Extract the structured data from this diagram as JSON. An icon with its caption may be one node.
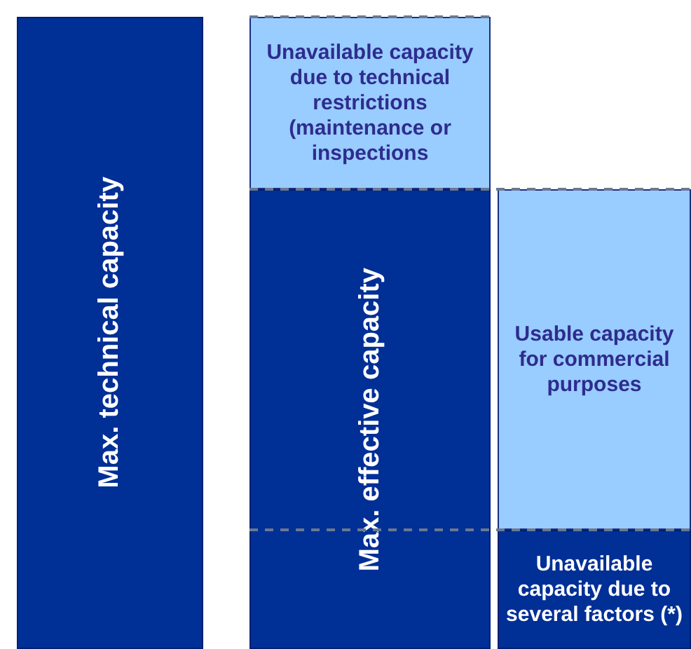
{
  "diagram": {
    "nodes": [
      {
        "text": [
          "Max. technical capacity"
        ]
      },
      {
        "text": [
          "Unavailable capacity due to technical restrictions (maintenance or inspections"
        ]
      },
      {
        "text": [
          "Max. effective capacity"
        ]
      },
      {
        "text": [
          "Usable capacity for commercial purposes"
        ]
      },
      {
        "text": [
          "Unavailable capacity due to several factors (*)"
        ]
      }
    ]
  }
}
